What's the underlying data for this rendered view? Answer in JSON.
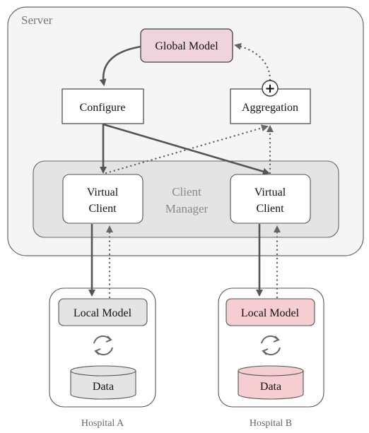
{
  "server": {
    "label": "Server"
  },
  "global_model": {
    "label": "Global Model"
  },
  "configure": {
    "label": "Configure"
  },
  "aggregation": {
    "label": "Aggregation",
    "plus_symbol": "+"
  },
  "client_manager": {
    "label_line1": "Client",
    "label_line2": "Manager"
  },
  "virtual_client_a": {
    "line1": "Virtual",
    "line2": "Client"
  },
  "virtual_client_b": {
    "line1": "Virtual",
    "line2": "Client"
  },
  "hospital_a": {
    "label": "Hospital A",
    "local_model": "Local Model",
    "data": "Data",
    "sync_icon": "sync-icon"
  },
  "hospital_b": {
    "label": "Hospital B",
    "local_model": "Local Model",
    "data": "Data",
    "sync_icon": "sync-icon"
  },
  "colors": {
    "pink_fill": "#efd3dd",
    "pink_border": "#b86c86",
    "hospital_b_fill": "#f6cdd0",
    "gray_fill": "#e4e4e4",
    "server_fill": "#f5f5f5",
    "arrow": "#555555"
  }
}
